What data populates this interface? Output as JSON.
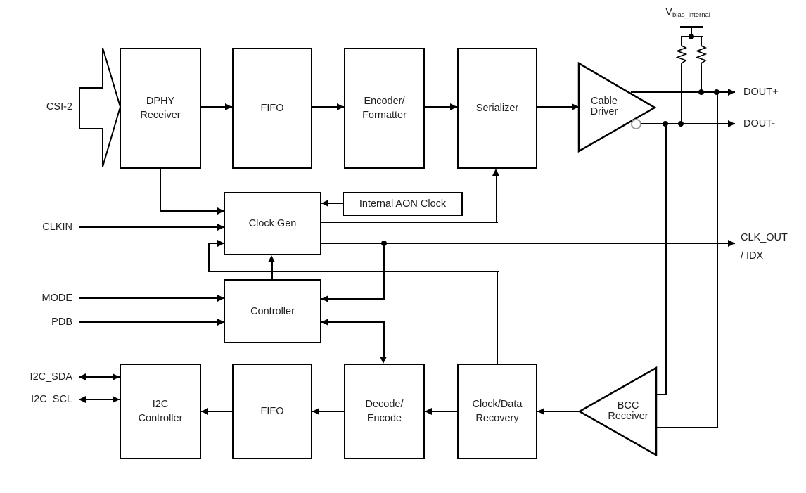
{
  "diagram": {
    "blocks": {
      "dphy_receiver": {
        "label": "DPHY\nReceiver"
      },
      "fifo_top": {
        "label": "FIFO"
      },
      "encoder_formatter": {
        "label": "Encoder/\nFormatter"
      },
      "serializer": {
        "label": "Serializer"
      },
      "cable_driver": {
        "label": "Cable\nDriver"
      },
      "internal_aon_clock": {
        "label": "Internal AON Clock"
      },
      "clock_gen": {
        "label": "Clock Gen"
      },
      "controller": {
        "label": "Controller"
      },
      "i2c_controller": {
        "label": "I2C\nController"
      },
      "fifo_bottom": {
        "label": "FIFO"
      },
      "decode_encode": {
        "label": "Decode/\nEncode"
      },
      "clock_data_recovery": {
        "label": "Clock/Data\nRecovery"
      },
      "bcc_receiver": {
        "label": "BCC\nReceiver"
      }
    },
    "ports": {
      "csi2": "CSI-2",
      "clkin": "CLKIN",
      "mode": "MODE",
      "pdb": "PDB",
      "i2c_sda": "I2C_SDA",
      "i2c_scl": "I2C_SCL",
      "dout_plus": "DOUT+",
      "dout_minus": "DOUT-",
      "clk_out_idx": "CLK_OUT\n/ IDX",
      "vbias_main": "V",
      "vbias_sub": "bias_internal"
    },
    "colors": {
      "line": "#000000",
      "text": "#1f1f1f",
      "background": "#ffffff"
    }
  }
}
